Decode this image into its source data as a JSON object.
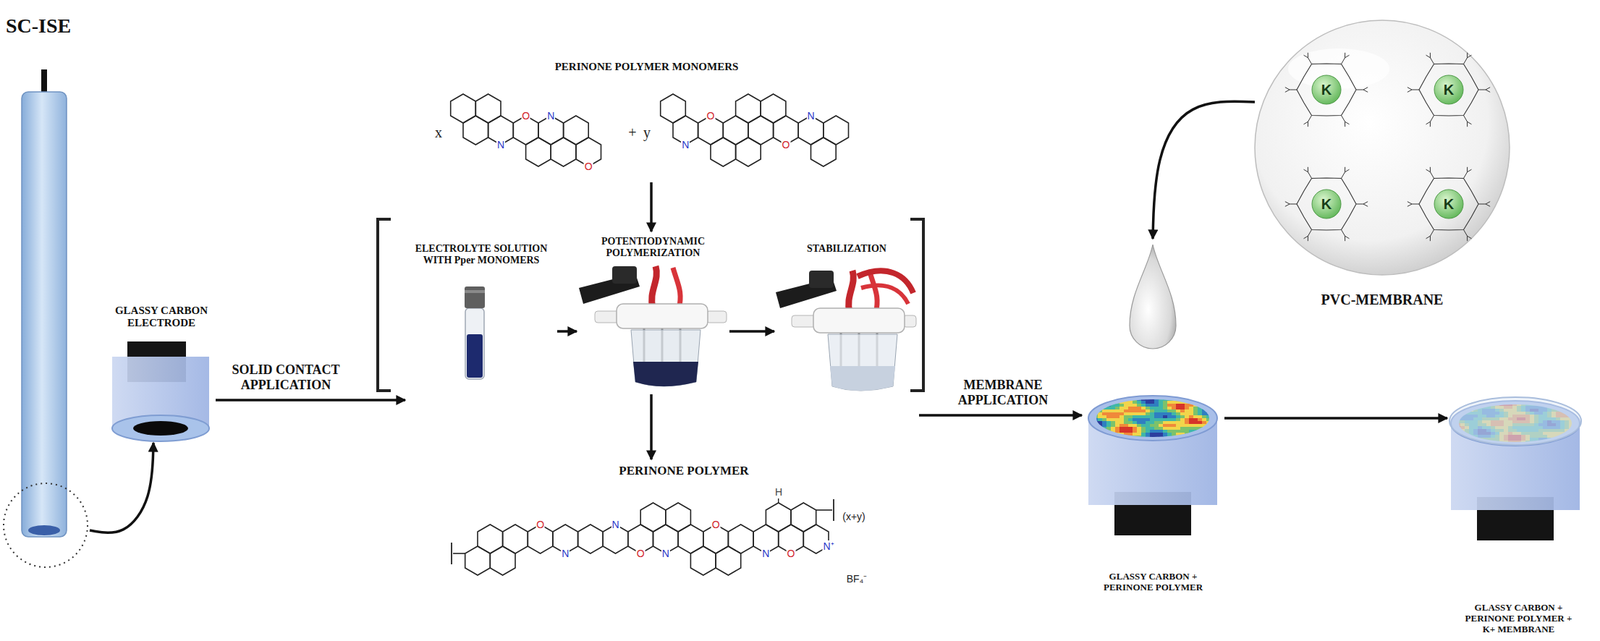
{
  "diagram": {
    "nodes": [
      {
        "text": [
          "SC-ISE"
        ]
      },
      {
        "text": [
          "GLASSY CARBON ELECTRODE"
        ]
      },
      {
        "text": [
          "PERINONE POLYMER MONOMERS"
        ]
      },
      {
        "text": [
          "ELECTROLYTE SOLUTION WITH Pper MONOMERS"
        ]
      },
      {
        "text": [
          "POTENTIODYNAMIC POLYMERIZATION"
        ]
      },
      {
        "text": [
          "STABILIZATION"
        ]
      },
      {
        "text": [
          "PERINONE POLYMER"
        ]
      },
      {
        "text": [
          "PVC-MEMBRANE"
        ]
      },
      {
        "text": [
          "GLASSY CARBON + PERINONE POLYMER"
        ]
      },
      {
        "text": [
          "GLASSY CARBON + PERINONE POLYMER + K+ MEMBRANE"
        ]
      }
    ],
    "edges": [
      {
        "from": 0,
        "to": 1,
        "arrow": "to"
      },
      {
        "from": 1,
        "to": 3,
        "label": "SOLID CONTACT APPLICATION",
        "arrow": "to"
      },
      {
        "from": 2,
        "to": 4,
        "arrow": "to"
      },
      {
        "from": 3,
        "to": 4,
        "arrow": "to"
      },
      {
        "from": 4,
        "to": 5,
        "arrow": "to"
      },
      {
        "from": 4,
        "to": 6,
        "arrow": "to"
      },
      {
        "from": 5,
        "to": 8,
        "label": "MEMBRANE APPLICATION",
        "arrow": "to"
      },
      {
        "from": 7,
        "to": 8,
        "arrow": "to"
      },
      {
        "from": 8,
        "to": 9,
        "arrow": "to"
      }
    ],
    "labels": [
      "x",
      "+",
      "y",
      "O",
      "N",
      "N",
      "O",
      "O",
      "N",
      "N",
      "O",
      "O",
      "N",
      "N",
      "O",
      "O",
      "N",
      "N",
      "O",
      "N⁺",
      "H",
      "(x+y)",
      "BF₄⁻",
      "K",
      "K",
      "K",
      "K"
    ]
  }
}
